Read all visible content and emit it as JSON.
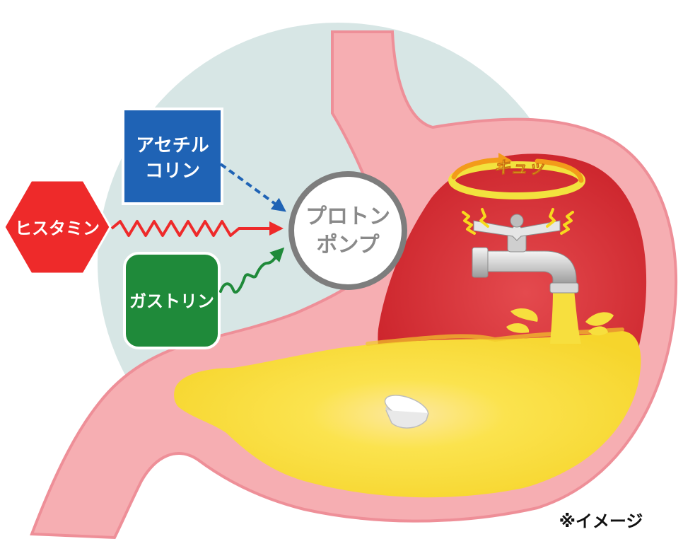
{
  "labels": {
    "acetylcholine": [
      "アセチル",
      "コリン"
    ],
    "histamine": "ヒスタミン",
    "gastrin": "ガストリン",
    "proton_pump": [
      "プロトン",
      "ポンプ"
    ],
    "squeeze": "キュッ",
    "note": "※イメージ"
  },
  "colors": {
    "background_circle": "#d7e6e5",
    "stomach_wall": "#f6aeb2",
    "stomach_wall_edge": "#ee8f98",
    "stomach_interior": "#dc2c32",
    "acid": "#f7df3e",
    "acetylcholine_box": "#1f63b5",
    "histamine_hexagon": "#ee2a2a",
    "gastrin_box": "#1f8a3a",
    "proton_pump_ring": "#7d7d7d",
    "squeeze_ring": "#f2e23e",
    "squeeze_arrow": "#f39b1a"
  },
  "icons": [
    "faucet-icon",
    "tablet-icon",
    "vibration-marks-icon"
  ]
}
